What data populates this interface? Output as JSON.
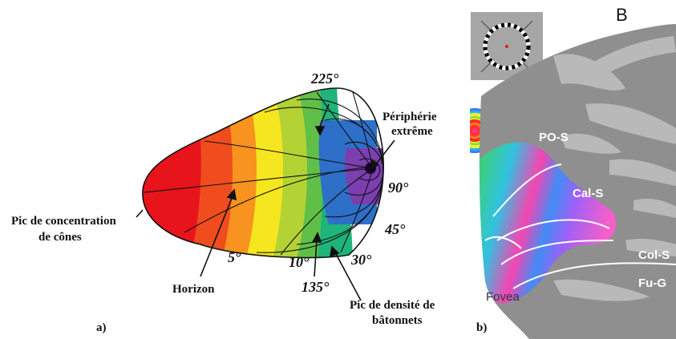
{
  "panel_a": {
    "caption": "a)",
    "labels": {
      "peripherie": [
        "Périphérie",
        "extrême"
      ],
      "pic_cones": [
        "Pic de concentration",
        "de cônes"
      ],
      "horizon": "Horizon",
      "pic_batonnets": [
        "Pic de densité de",
        "bâtonnets"
      ]
    },
    "degree_labels": {
      "d225": "225°",
      "d90": "90°",
      "d45": "45°",
      "d30": "30°",
      "d10": "10°",
      "d5": "5°",
      "d135": "135°"
    },
    "band_colors": [
      "#e8141b",
      "#ef4d1e",
      "#f7931e",
      "#f5e61f",
      "#b3d335",
      "#60bf47",
      "#1fb47a",
      "#2e6fc8",
      "#7b3fb0"
    ]
  },
  "panel_b": {
    "caption": "b)",
    "panel_letter": "B",
    "sulci": {
      "pos": "PO-S",
      "cal": "Cal-S",
      "col": "Col-S",
      "fug": "Fu-G"
    },
    "fovea": "Fovea"
  }
}
